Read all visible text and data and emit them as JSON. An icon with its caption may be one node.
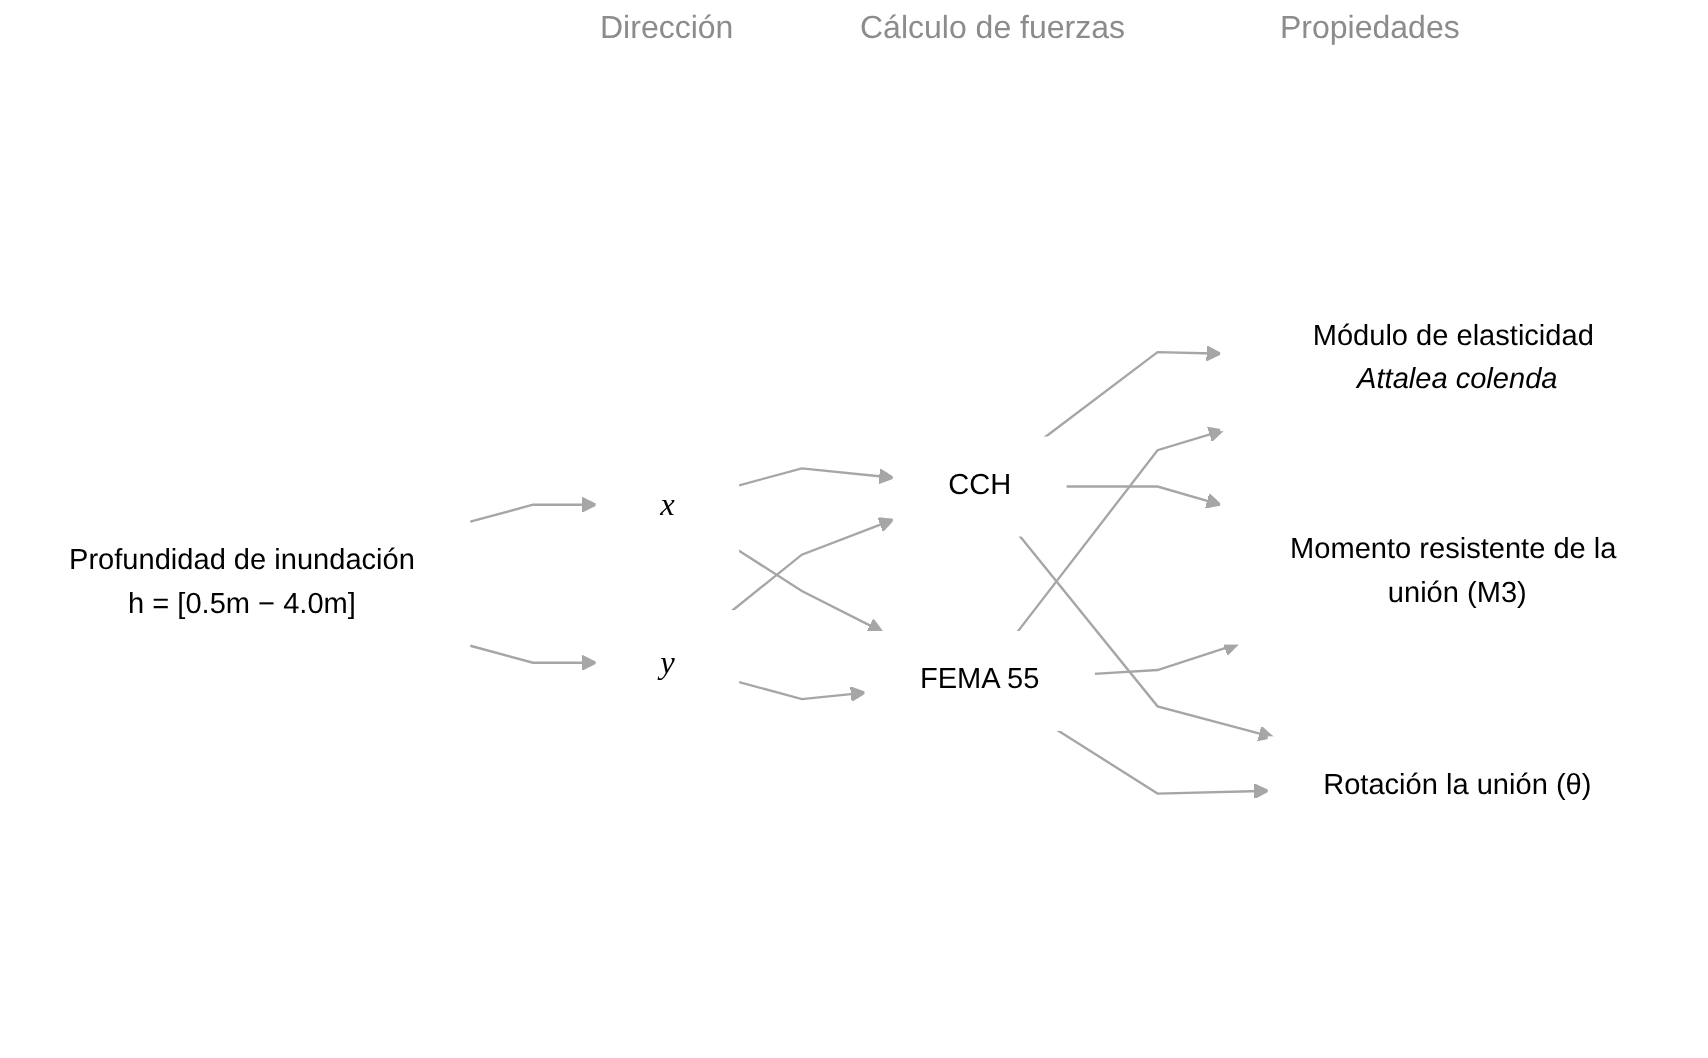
{
  "diagram": {
    "nodes": [
      {
        "text": [
          "Profundidad de inundación",
          "h = [0.5m − 4.0m]"
        ]
      },
      {
        "text": [
          "x"
        ]
      },
      {
        "text": [
          "y"
        ]
      },
      {
        "text": [
          "CCH"
        ]
      },
      {
        "text": [
          "FEMA 55"
        ]
      },
      {
        "text": [
          "Módulo de elasticidad *Attalea colenda*"
        ]
      },
      {
        "text": [
          "Momento resistente de la unión (M3)"
        ]
      },
      {
        "text": [
          "Rotación la unión (θ)"
        ]
      }
    ],
    "edges": [
      {
        "from": 0,
        "to": 1,
        "arrow": "to"
      },
      {
        "from": 0,
        "to": 2,
        "arrow": "to"
      },
      {
        "from": 1,
        "to": 3,
        "arrow": "to"
      },
      {
        "from": 1,
        "to": 4,
        "arrow": "to"
      },
      {
        "from": 2,
        "to": 3,
        "arrow": "to"
      },
      {
        "from": 2,
        "to": 4,
        "arrow": "to"
      },
      {
        "from": 3,
        "to": 5,
        "arrow": "to"
      },
      {
        "from": 3,
        "to": 6,
        "arrow": "to"
      },
      {
        "from": 3,
        "to": 7,
        "arrow": "to"
      },
      {
        "from": 4,
        "to": 5,
        "arrow": "to"
      },
      {
        "from": 4,
        "to": 6,
        "arrow": "to"
      },
      {
        "from": 4,
        "to": 7,
        "arrow": "to"
      }
    ],
    "labels": [
      "Dirección",
      "Cálculo de fuerzas",
      "Propiedades"
    ]
  }
}
